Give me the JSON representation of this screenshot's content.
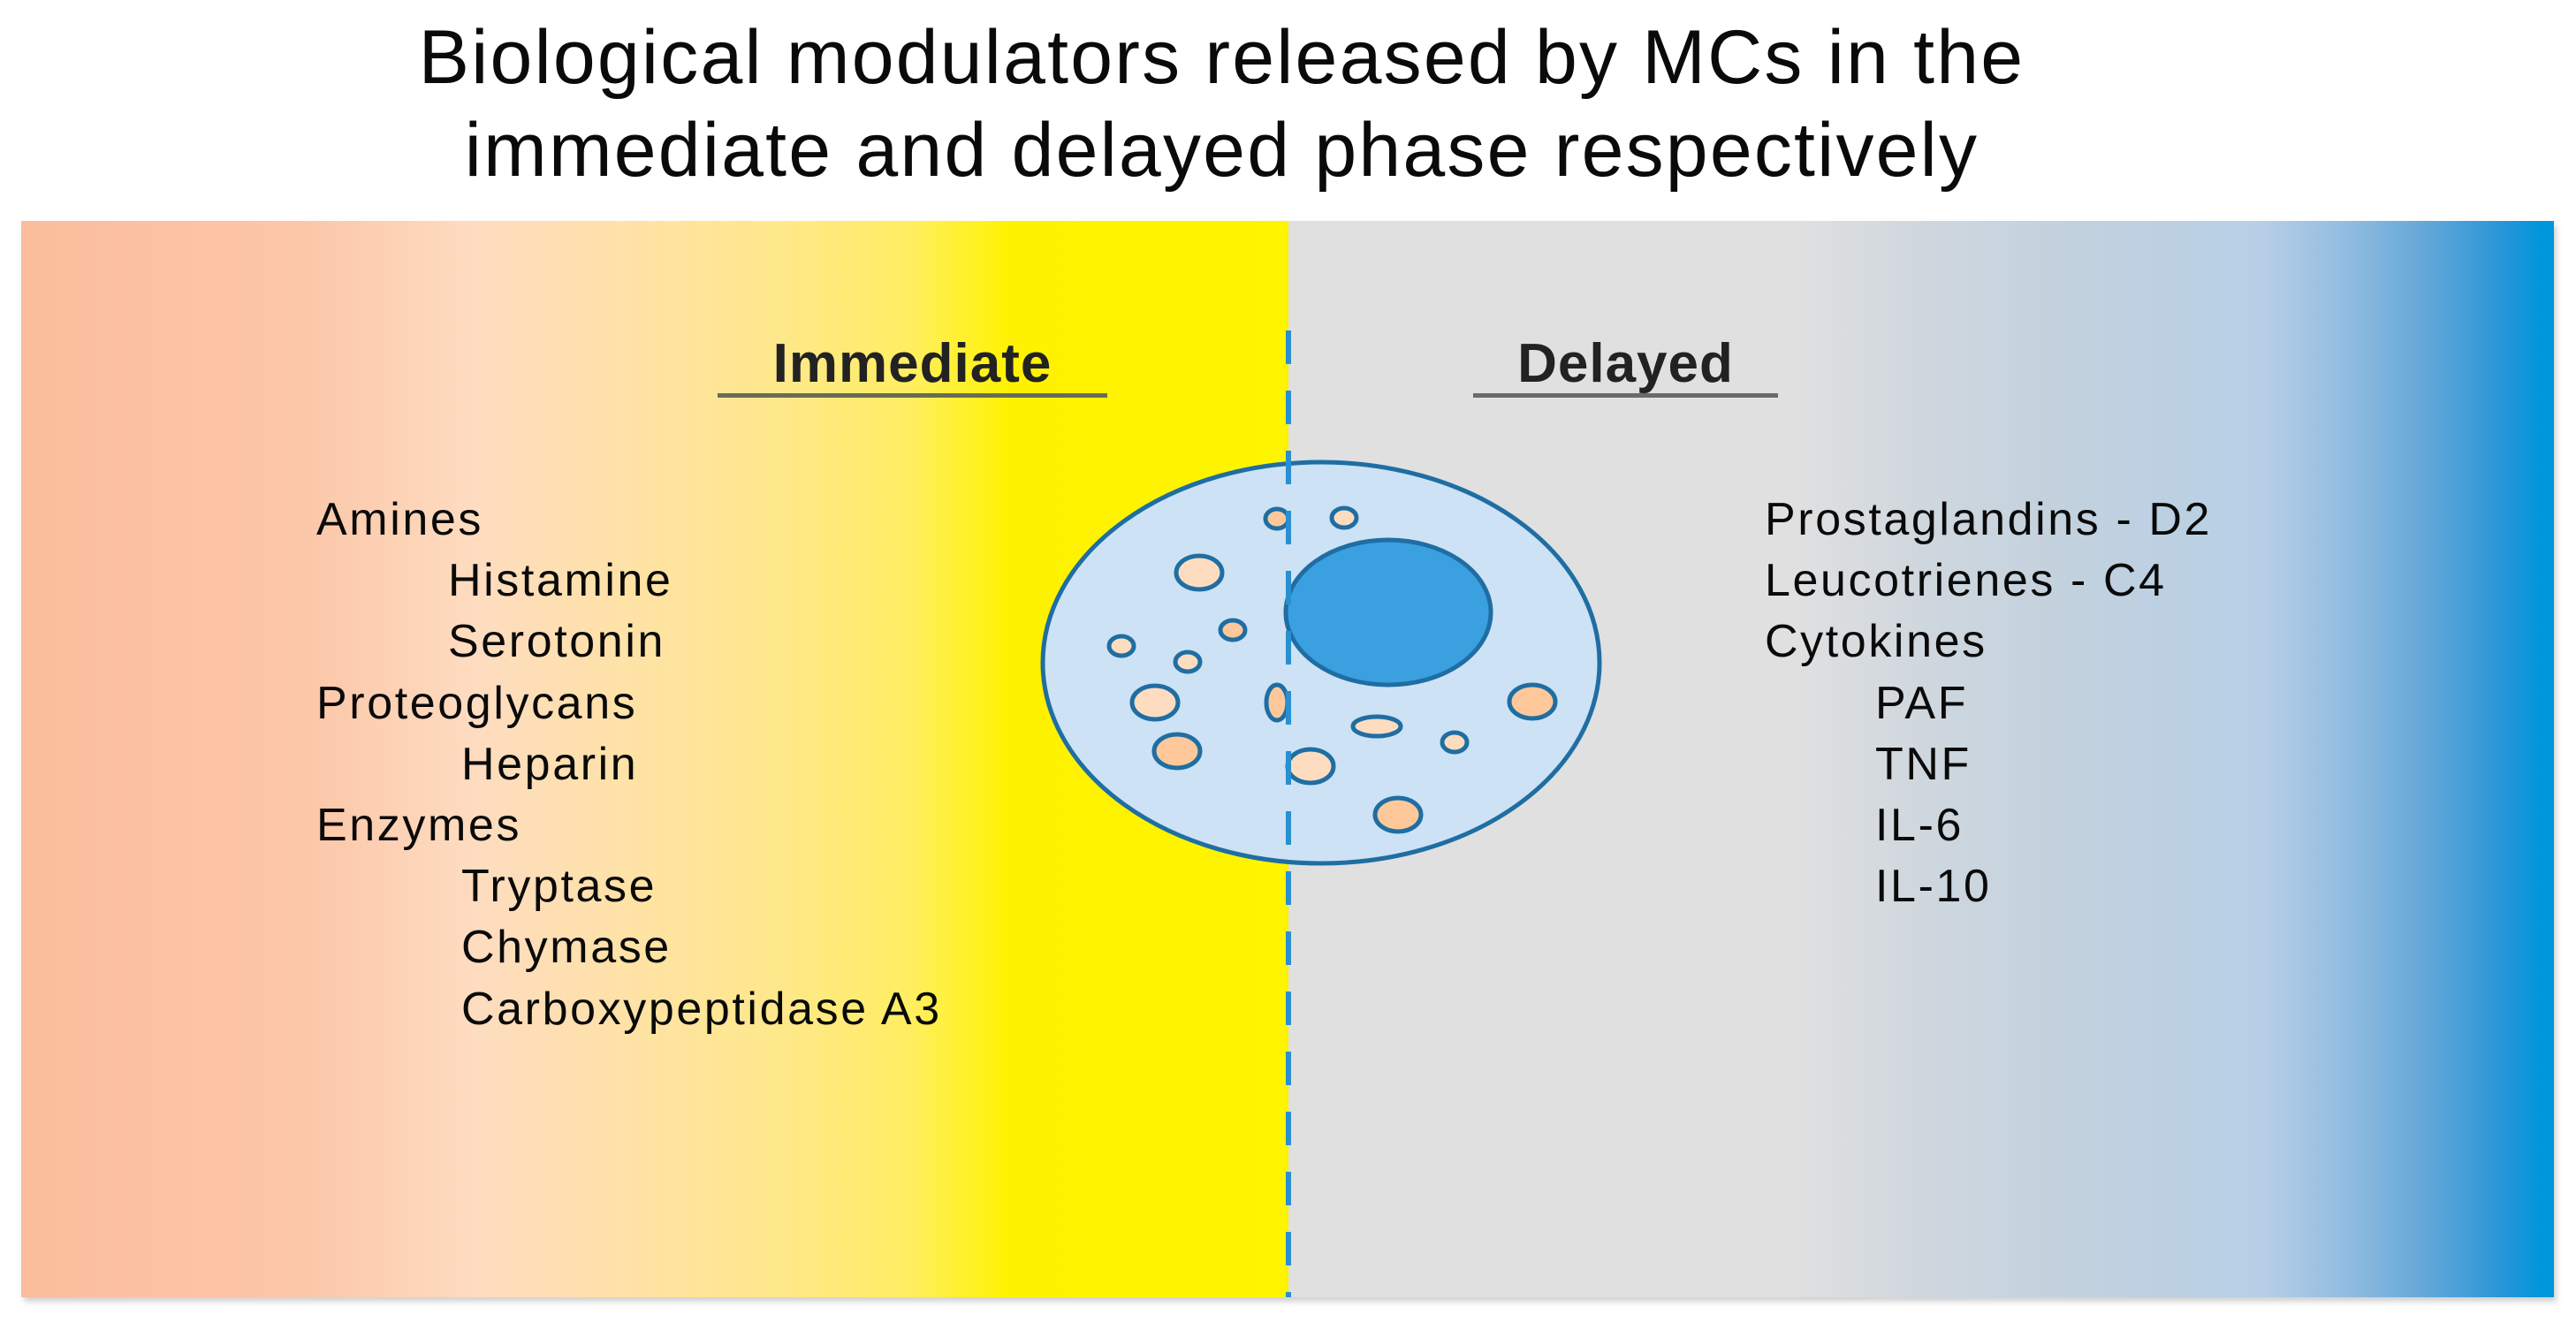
{
  "title": {
    "line1": "Biological modulators released by MCs in the",
    "line2": "immediate and delayed phase respectively"
  },
  "immediate": {
    "heading": "Immediate",
    "items": [
      {
        "label": "Amines",
        "level": 0
      },
      {
        "label": "Histamine",
        "level": 1
      },
      {
        "label": "Serotonin",
        "level": 1
      },
      {
        "label": "Proteoglycans",
        "level": 0
      },
      {
        "label": "Heparin",
        "level": 1
      },
      {
        "label": "Enzymes",
        "level": 0
      },
      {
        "label": "Tryptase",
        "level": 1
      },
      {
        "label": "Chymase",
        "level": 1
      },
      {
        "label": "Carboxypeptidase A3",
        "level": 1
      }
    ]
  },
  "delayed": {
    "heading": "Delayed",
    "items": [
      {
        "label": "Prostaglandins - D2",
        "level": 0
      },
      {
        "label": "Leucotrienes - C4",
        "level": 0
      },
      {
        "label": "Cytokines",
        "level": 0
      },
      {
        "label": "PAF",
        "level": 1
      },
      {
        "label": "TNF",
        "level": 1
      },
      {
        "label": "IL-6",
        "level": 1
      },
      {
        "label": "IL-10",
        "level": 1
      }
    ]
  },
  "illustration": {
    "subject": "mast-cell",
    "colors": {
      "cytoplasm": "#cde2f4",
      "outline": "#1f6ea3",
      "nucleus": "#3aa0e0",
      "granule_light": "#fedcc0",
      "granule_dark": "#fec89a",
      "divider": "#2a8fd0"
    }
  },
  "colors": {
    "immediate_start": "#fbbd9c",
    "immediate_end": "#fff500",
    "delayed_start": "#e0e0e0",
    "delayed_end": "#0096db"
  }
}
